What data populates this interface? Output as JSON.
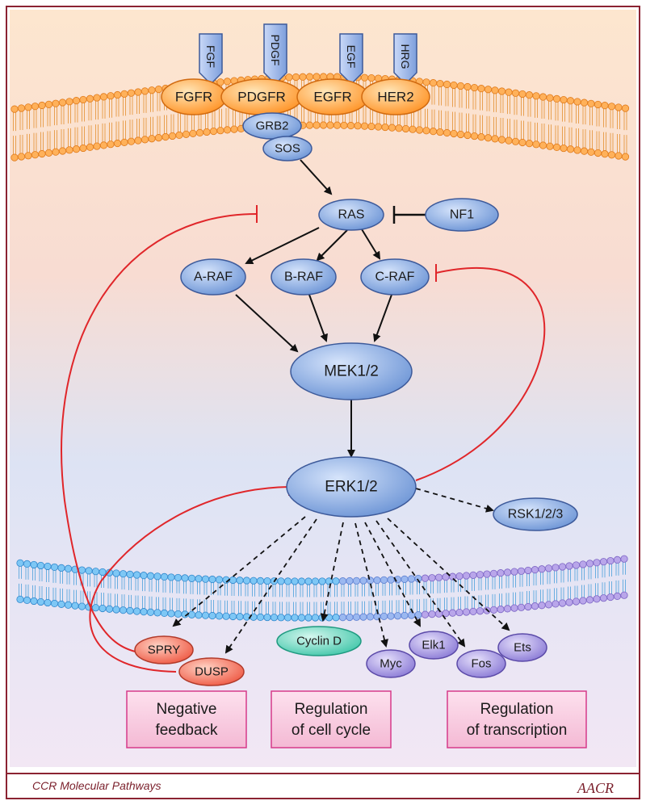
{
  "ligands": [
    "FGF",
    "PDGF",
    "EGF",
    "HRG"
  ],
  "receptors": [
    "FGFR",
    "PDGFR",
    "EGFR",
    "HER2"
  ],
  "adaptors": {
    "grb2": "GRB2",
    "sos": "SOS"
  },
  "pathway": {
    "ras": "RAS",
    "nf1": "NF1",
    "araf": "A-RAF",
    "braf": "B-RAF",
    "craf": "C-RAF",
    "mek": "MEK1/2",
    "erk": "ERK1/2",
    "rsk": "RSK1/2/3"
  },
  "targets": {
    "spry": "SPRY",
    "dusp": "DUSP",
    "cyclin": "Cyclin D",
    "myc": "Myc",
    "elk1": "Elk1",
    "fos": "Fos",
    "ets": "Ets"
  },
  "outcomes": {
    "negative": [
      "Negative",
      "feedback"
    ],
    "cellcycle": [
      "Regulation",
      "of cell cycle"
    ],
    "transcription": [
      "Regulation",
      "of transcription"
    ]
  },
  "footer": {
    "journal": "CCR Molecular Pathways",
    "logo": "AACR"
  },
  "colors": {
    "frame": "#8b2332",
    "blue_node": "#7fa6e0",
    "red_node": "#f07a64",
    "green_node": "#6fd6c0",
    "purple_node": "#a79be0",
    "receptor": "#ffa64a",
    "inhibit": "#e0262a",
    "outcome_box": "#f6c4dc"
  }
}
